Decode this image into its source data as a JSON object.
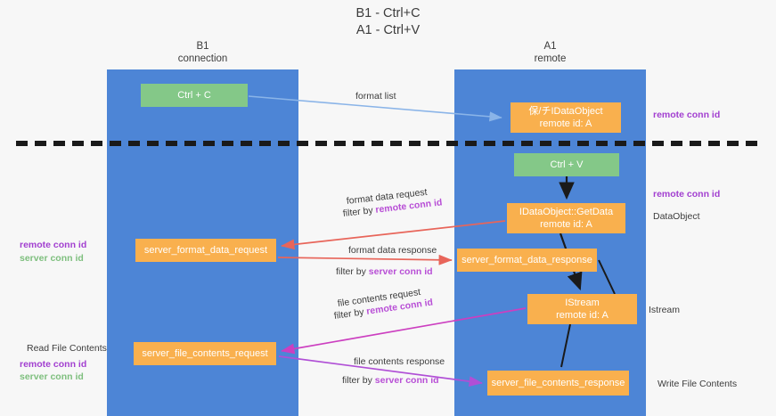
{
  "title": "B1 - Ctrl+C\nA1 - Ctrl+V",
  "lanes": [
    {
      "name": "lane-b1",
      "header": "B1\nconnection",
      "color": "#4d85d6"
    },
    {
      "name": "lane-a1",
      "header": "A1\nremote",
      "color": "#4d85d6"
    }
  ],
  "colors": {
    "lane": "#4d85d6",
    "green_node": "#84c888",
    "orange_node": "#f9b04e",
    "purple_text": "#a23fd0",
    "green_text": "#7ebf7e",
    "arrow_blue": "#8ab4e8",
    "arrow_red": "#e8655a",
    "arrow_magenta": "#cc3fc0",
    "arrow_purple": "#b04fd6",
    "arrow_black": "#1a1a1a",
    "divider": "#1a1a1a",
    "background": "#f7f7f7"
  },
  "nodes": {
    "ctrl_c": {
      "line1": "Ctrl + C",
      "line2": ""
    },
    "idataobject": {
      "line1": "保/チIDataObject",
      "line2": "remote id: A"
    },
    "ctrl_v": {
      "line1": "Ctrl + V",
      "line2": ""
    },
    "getdata": {
      "line1": "IDataObject::GetData",
      "line2": "remote id: A"
    },
    "format_data_request": {
      "line1": "server_format_data_request",
      "line2": ""
    },
    "format_data_response": {
      "line1": "server_format_data_response",
      "line2": ""
    },
    "istream": {
      "line1": "IStream",
      "line2": "remote id: A"
    },
    "file_contents_request": {
      "line1": "server_file_contents_request",
      "line2": ""
    },
    "file_contents_response": {
      "line1": "server_file_contents_response",
      "line2": ""
    }
  },
  "edge_labels": {
    "format_list": "format list",
    "format_data_request": "format data request",
    "format_data_request_filter_prefix": "filter by ",
    "format_data_request_filter_key": "remote conn id",
    "format_data_response": "format data response",
    "format_data_response_filter_prefix": "filter by ",
    "format_data_response_filter_key": "server conn id",
    "file_contents_request": "file contents request",
    "file_contents_request_filter_prefix": "filter by ",
    "file_contents_request_filter_key": "remote conn id",
    "file_contents_response": "file contents response",
    "file_contents_response_filter_prefix": "filter by ",
    "file_contents_response_filter_key": "server conn id"
  },
  "annotations": {
    "right_remote_conn_id_top": "remote conn id",
    "right_remote_conn_id_mid": "remote conn id",
    "right_dataobject": "DataObject",
    "right_istream": "Istream",
    "right_write_file_contents": "Write File Contents",
    "left_remote_conn_id_mid": "remote conn id",
    "left_server_conn_id_mid": "server conn id",
    "left_read_file_contents": "Read File Contents",
    "left_remote_conn_id_bottom": "remote conn id",
    "left_server_conn_id_bottom": "server conn id"
  }
}
